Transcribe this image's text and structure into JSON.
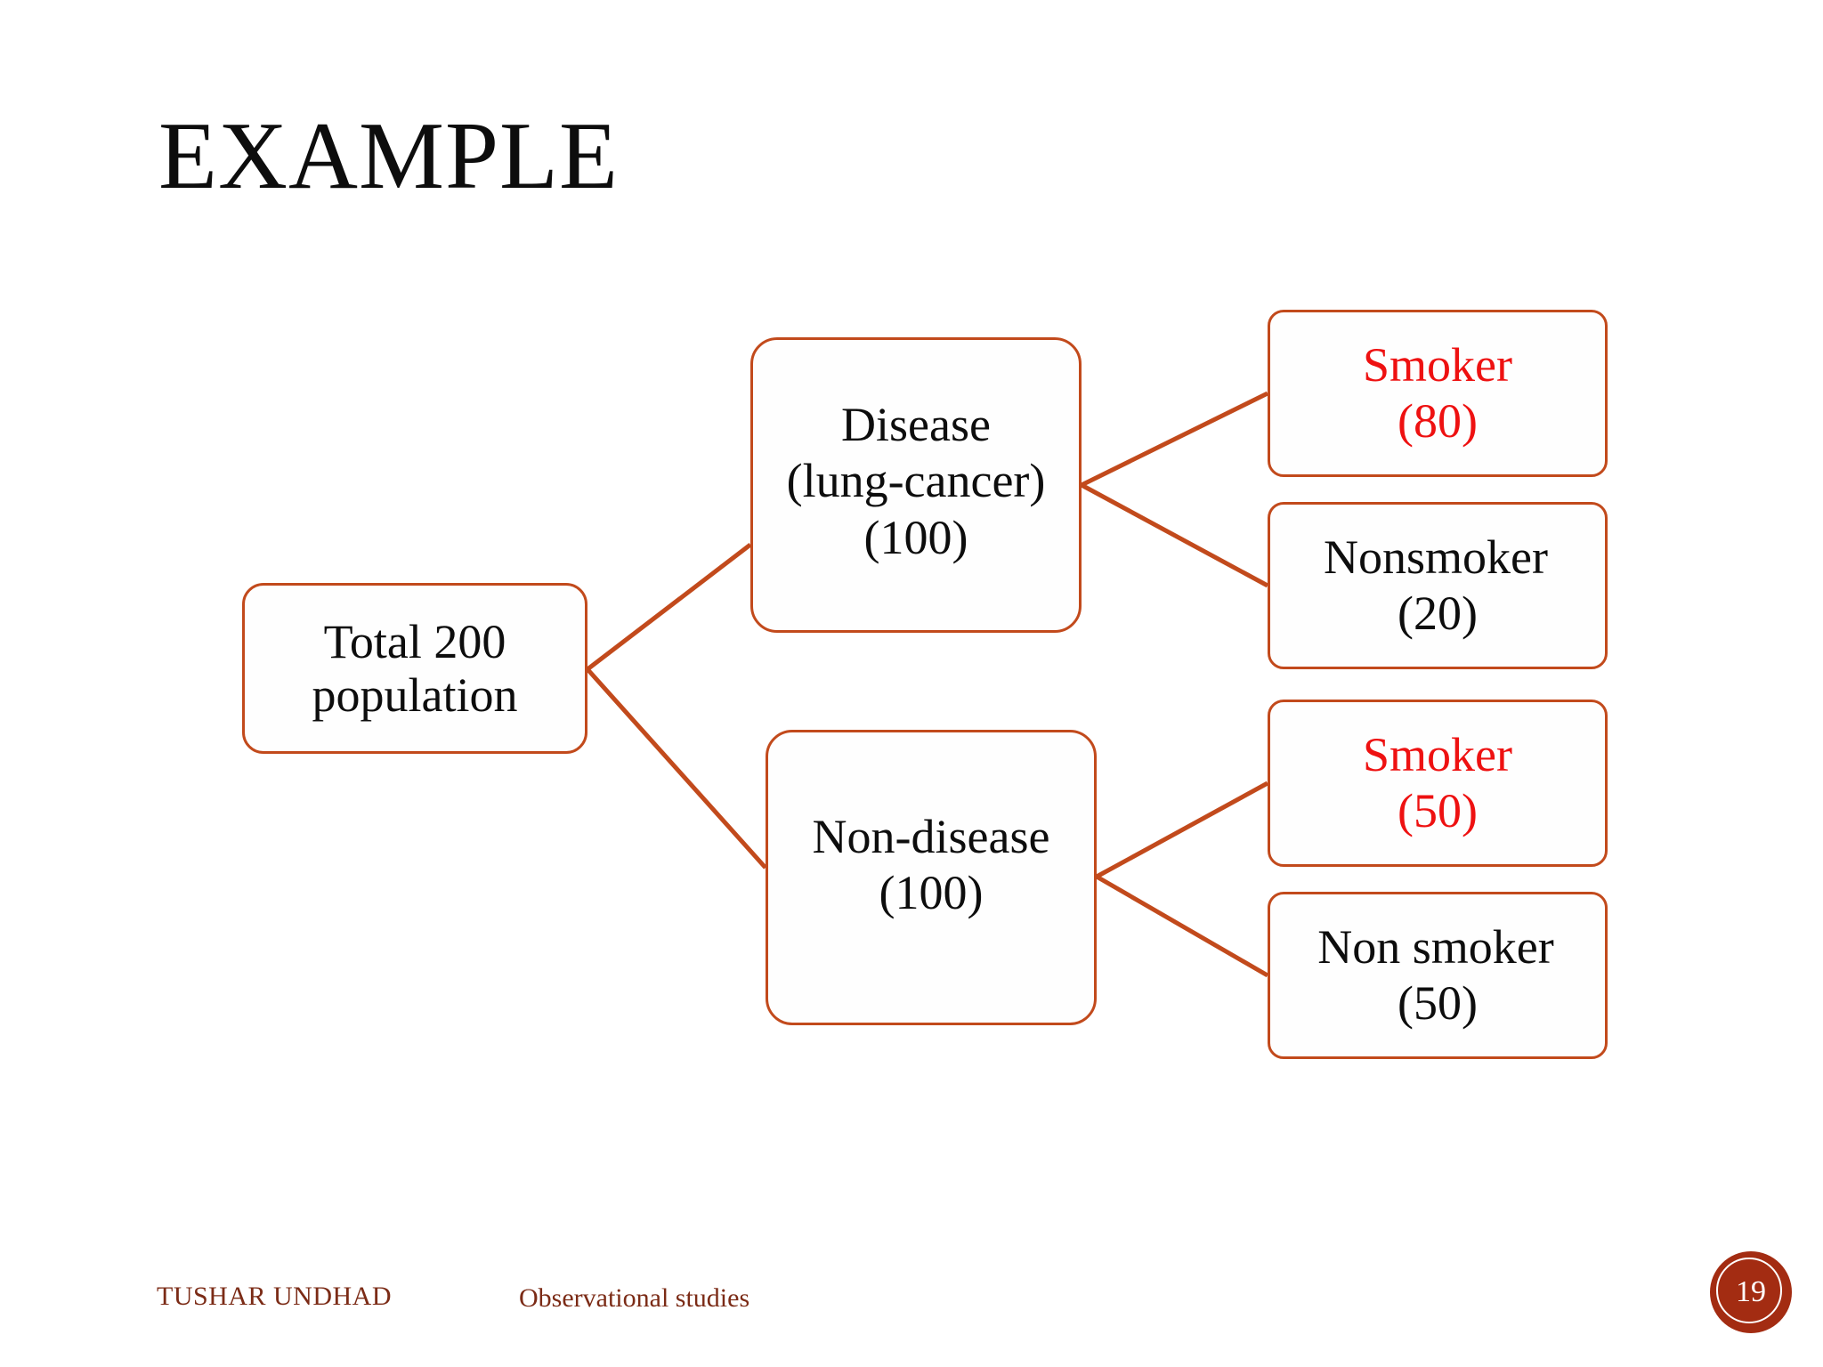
{
  "slide": {
    "title": "EXAMPLE",
    "page_number": "19",
    "accent_border_color": "#c24a1c",
    "highlight_text_color": "#ee1111",
    "footer_text_color": "#7b2b16",
    "badge_fill_color": "#a32c12"
  },
  "footer": {
    "author": "TUSHAR UNDHAD",
    "subject": "Observational studies"
  },
  "diagram": {
    "type": "tree",
    "root": {
      "label_line1": "Total 200",
      "label_line2": "population",
      "total": 200
    },
    "branches": [
      {
        "label_line1": "Disease",
        "label_line2": "(lung-cancer)",
        "label_line3": "(100)",
        "count": 100,
        "children": [
          {
            "label_line1": "Smoker",
            "label_line2": "(80)",
            "count": 80,
            "highlighted": true
          },
          {
            "label_line1": "Nonsmoker",
            "label_line2": "(20)",
            "count": 20,
            "highlighted": false
          }
        ]
      },
      {
        "label_line1": "Non-disease",
        "label_line2": "(100)",
        "count": 100,
        "children": [
          {
            "label_line1": "Smoker",
            "label_line2": "(50)",
            "count": 50,
            "highlighted": true
          },
          {
            "label_line1": "Non smoker",
            "label_line2": "(50)",
            "count": 50,
            "highlighted": false
          }
        ]
      }
    ]
  }
}
